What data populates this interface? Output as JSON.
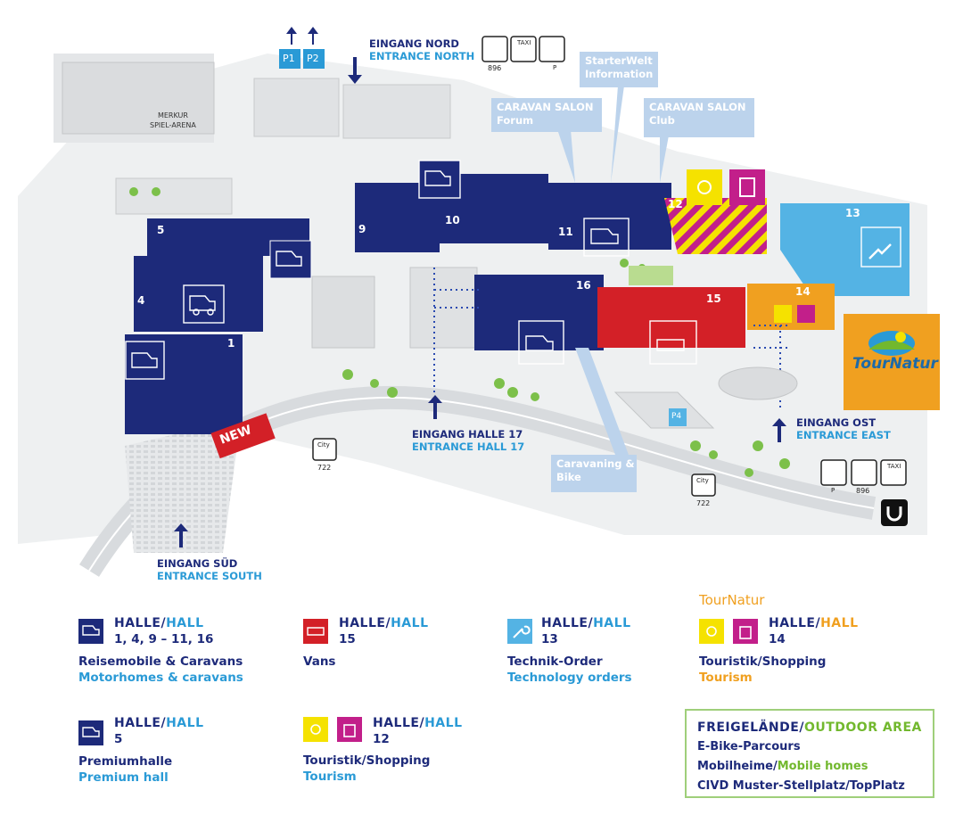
{
  "halls": {
    "h1": "1",
    "h4": "4",
    "h5": "5",
    "h9": "9",
    "h10": "10",
    "h11": "11",
    "h12": "12",
    "h13": "13",
    "h14": "14",
    "h15": "15",
    "h16": "16"
  },
  "map_labels": {
    "merkur": "MERKUR\nSPIEL-ARENA",
    "new_badge": "NEW",
    "p1": "P1",
    "p2": "P2",
    "p4": "P4",
    "transport_north_code": "896",
    "transport_east_code": "896",
    "bus_code_west": "722",
    "bus_code_east": "722",
    "city_label": "City",
    "taxi_label": "TAXI",
    "parking_letter": "P"
  },
  "callouts": {
    "starterwelt": "StarterWelt\nInformation",
    "caravan_forum_title": "CARAVAN SALON",
    "caravan_forum_sub": "Forum",
    "caravan_club_title": "CARAVAN SALON",
    "caravan_club_sub": "Club",
    "caravaning_bike": "Caravaning &\nBike"
  },
  "entrances": {
    "north_de": "EINGANG NORD",
    "north_en": "ENTRANCE NORTH",
    "hall17_de": "EINGANG HALLE 17",
    "hall17_en": "ENTRANCE HALL 17",
    "east_de": "EINGANG OST",
    "east_en": "ENTRANCE EAST",
    "south_de": "EINGANG SÜD",
    "south_en": "ENTRANCE SOUTH"
  },
  "tournatur": {
    "logo_text": "TourNatur",
    "heading": "TourNatur"
  },
  "legend": {
    "halle": "HALLE",
    "hall": "HALL",
    "slash": "/",
    "caravans": {
      "numbers": "1, 4, 9 – 11, 16",
      "de": "Reisemobile & Caravans",
      "en": "Motorhomes & caravans"
    },
    "premium": {
      "numbers": "5",
      "de": "Premiumhalle",
      "en": "Premium hall"
    },
    "vans": {
      "numbers": "15",
      "de": "Vans"
    },
    "touristik12": {
      "numbers": "12",
      "de": "Touristik/Shopping",
      "en": "Tourism"
    },
    "technik": {
      "numbers": "13",
      "de": "Technik-Order",
      "en": "Technology orders"
    },
    "touristik14": {
      "numbers": "14",
      "de": "Touristik/Shopping",
      "en": "Tourism"
    },
    "outdoor": {
      "title_de": "FREIGELÄNDE",
      "title_en": "OUTDOOR AREA",
      "line1": "E-Bike-Parcours",
      "line2_de": "Mobilheime",
      "line2_en": "Mobile homes",
      "line3": "CIVD Muster-Stellplatz/TopPlatz"
    }
  },
  "colors": {
    "navy": "#1d2a7a",
    "blue": "#2a9ad6",
    "red": "#d32027",
    "cyan": "#54b3e4",
    "yellow": "#f5e200",
    "magenta": "#c21f8a",
    "orange": "#f0a020",
    "green": "#72b82e"
  }
}
